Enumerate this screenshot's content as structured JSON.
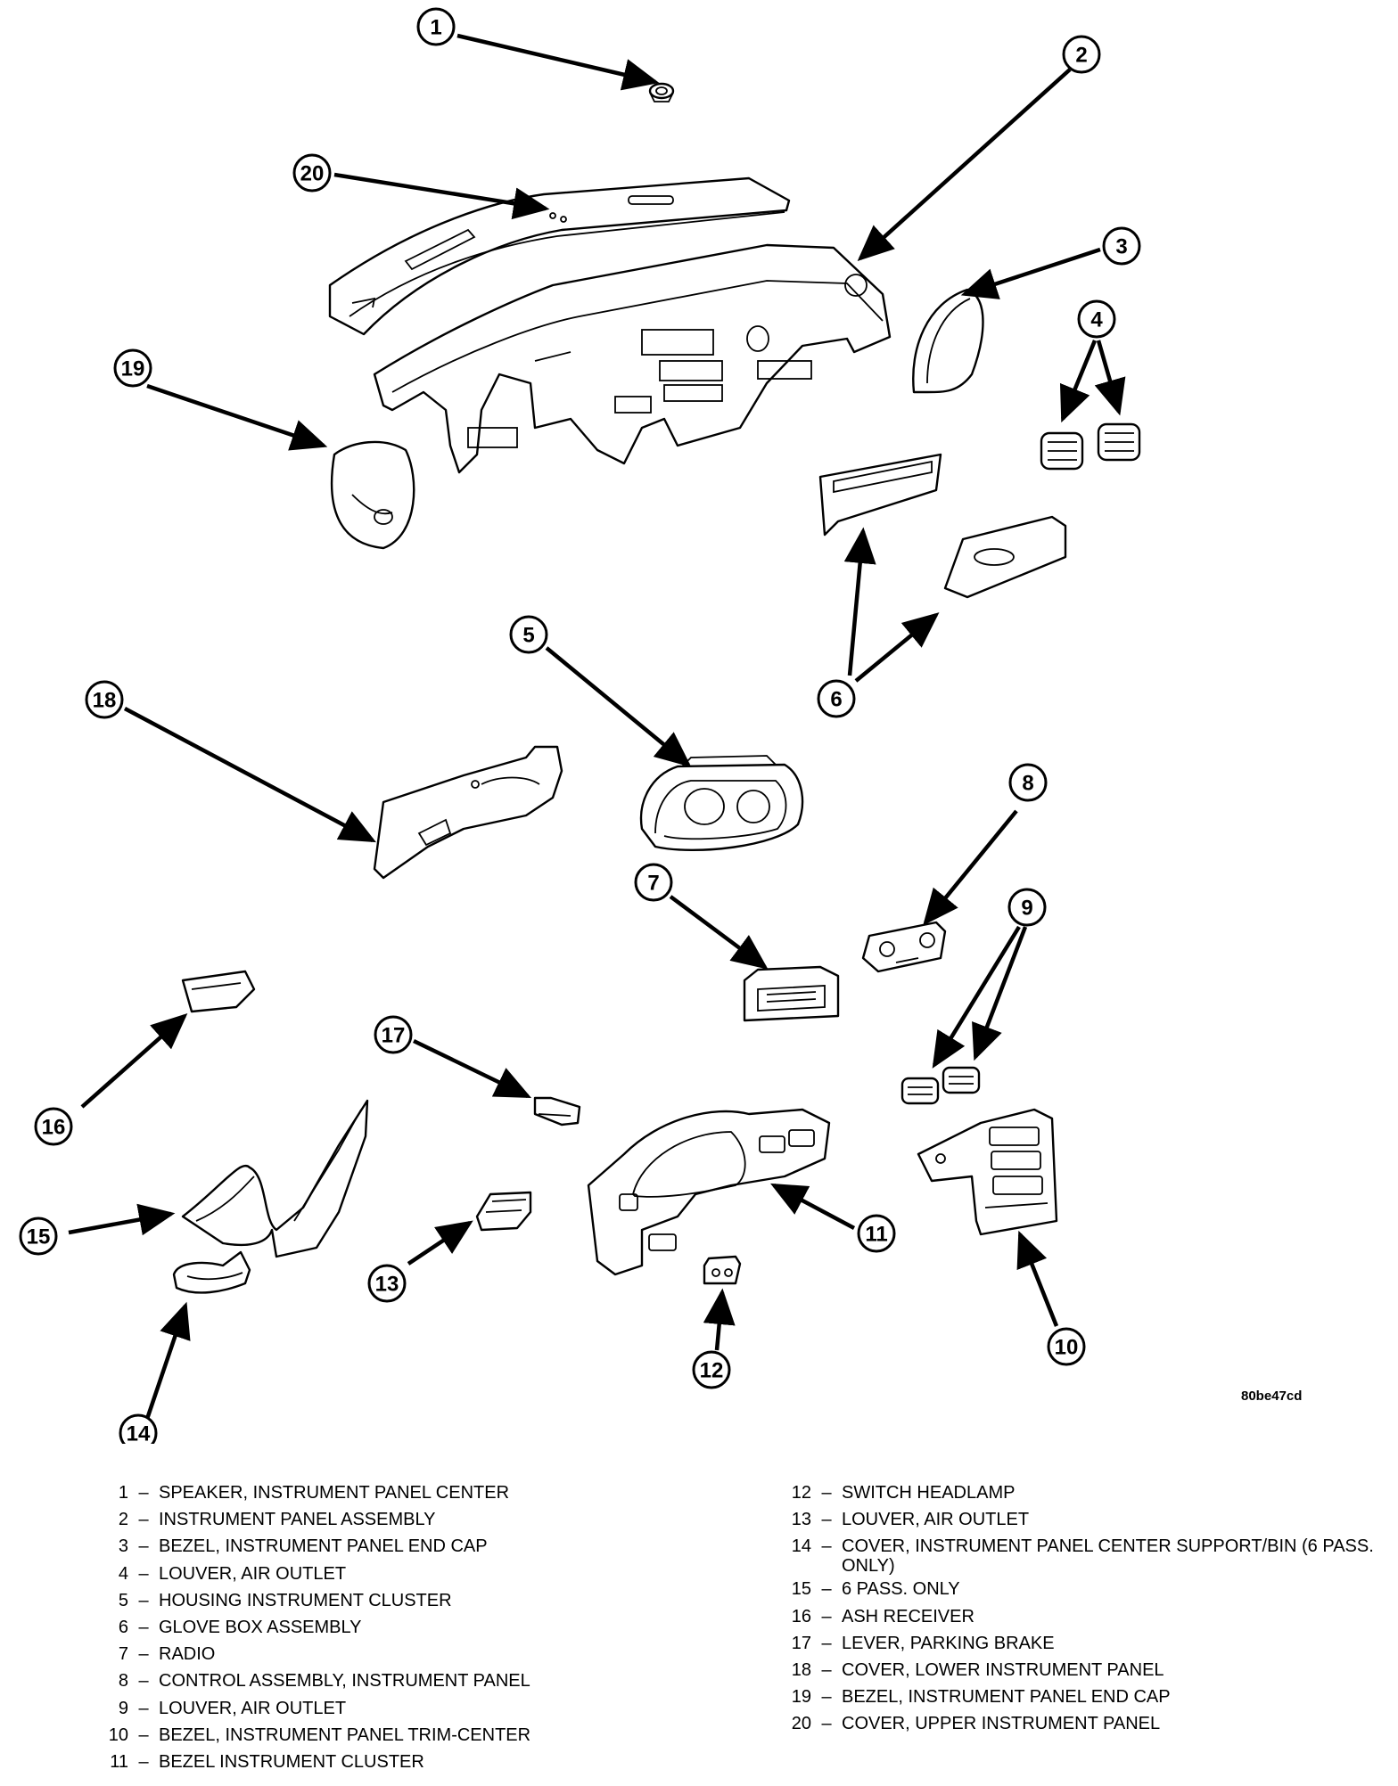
{
  "callouts": [
    "1",
    "2",
    "3",
    "4",
    "5",
    "6",
    "7",
    "8",
    "9",
    "10",
    "11",
    "12",
    "13",
    "14",
    "15",
    "16",
    "17",
    "18",
    "19",
    "20"
  ],
  "figure_id": "80be47cd",
  "legend": [
    {
      "num": "1",
      "desc": "SPEAKER, INSTRUMENT PANEL CENTER"
    },
    {
      "num": "2",
      "desc": "INSTRUMENT PANEL ASSEMBLY"
    },
    {
      "num": "3",
      "desc": "BEZEL, INSTRUMENT PANEL END CAP"
    },
    {
      "num": "4",
      "desc": "LOUVER, AIR OUTLET"
    },
    {
      "num": "5",
      "desc": "HOUSING INSTRUMENT CLUSTER"
    },
    {
      "num": "6",
      "desc": "GLOVE BOX ASSEMBLY"
    },
    {
      "num": "7",
      "desc": "RADIO"
    },
    {
      "num": "8",
      "desc": "CONTROL ASSEMBLY, INSTRUMENT PANEL"
    },
    {
      "num": "9",
      "desc": "LOUVER, AIR OUTLET"
    },
    {
      "num": "10",
      "desc": "BEZEL, INSTRUMENT PANEL TRIM-CENTER"
    },
    {
      "num": "11",
      "desc": "BEZEL INSTRUMENT CLUSTER"
    },
    {
      "num": "12",
      "desc": "SWITCH HEADLAMP"
    },
    {
      "num": "13",
      "desc": "LOUVER, AIR OUTLET"
    },
    {
      "num": "14",
      "desc": "COVER, INSTRUMENT PANEL CENTER SUPPORT/BIN (6 PASS. ONLY)"
    },
    {
      "num": "15",
      "desc": "6 PASS. ONLY"
    },
    {
      "num": "16",
      "desc": "ASH RECEIVER"
    },
    {
      "num": "17",
      "desc": "LEVER, PARKING BRAKE"
    },
    {
      "num": "18",
      "desc": "COVER, LOWER INSTRUMENT PANEL"
    },
    {
      "num": "19",
      "desc": "BEZEL, INSTRUMENT PANEL END CAP"
    },
    {
      "num": "20",
      "desc": "COVER, UPPER INSTRUMENT PANEL"
    }
  ]
}
